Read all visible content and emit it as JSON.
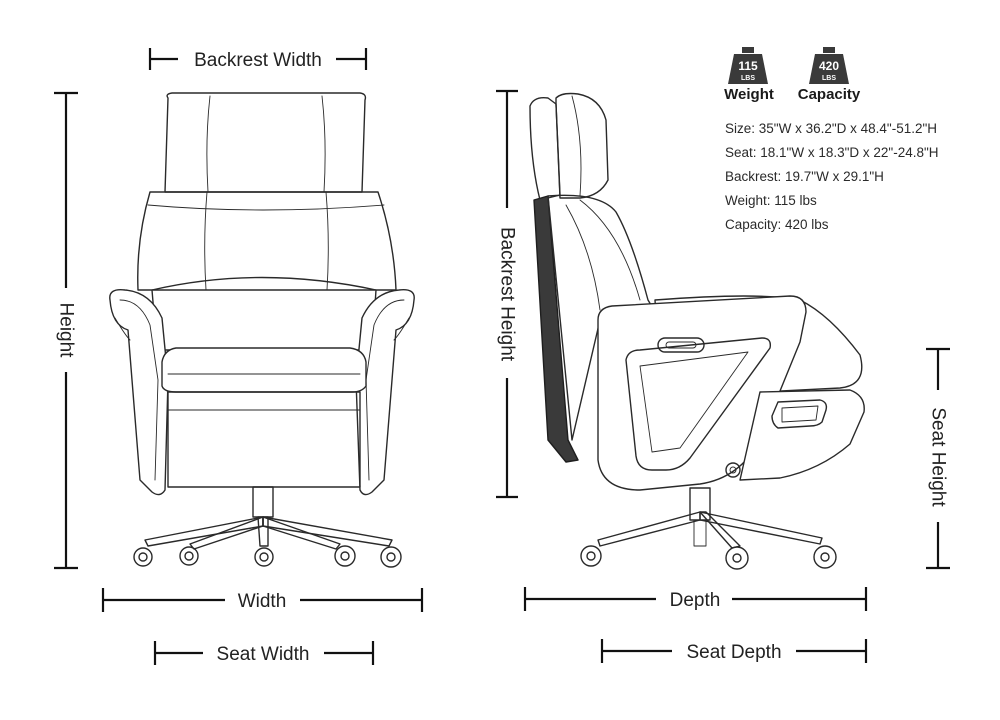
{
  "dimensions": {
    "backrest_width": "Backrest Width",
    "height": "Height",
    "width": "Width",
    "seat_width": "Seat Width",
    "backrest_height": "Backrest Height",
    "depth": "Depth",
    "seat_depth": "Seat Depth",
    "seat_height": "Seat Height"
  },
  "badges": [
    {
      "value": "115",
      "unit": "LBS",
      "caption": "Weight"
    },
    {
      "value": "420",
      "unit": "LBS",
      "caption": "Capacity"
    }
  ],
  "specs": [
    {
      "text": "Size: 35\"W x 36.2\"D x 48.4\"-51.2\"H"
    },
    {
      "text": "Seat: 18.1\"W x 18.3\"D x 22\"-24.8\"H"
    },
    {
      "text": "Backrest: 19.7\"W x 29.1\"H"
    },
    {
      "text": "Weight: 115 lbs"
    },
    {
      "text": "Capacity: 420 lbs"
    }
  ],
  "colors": {
    "ink": "#222222",
    "badge": "#3a3a3a",
    "background": "#ffffff"
  }
}
